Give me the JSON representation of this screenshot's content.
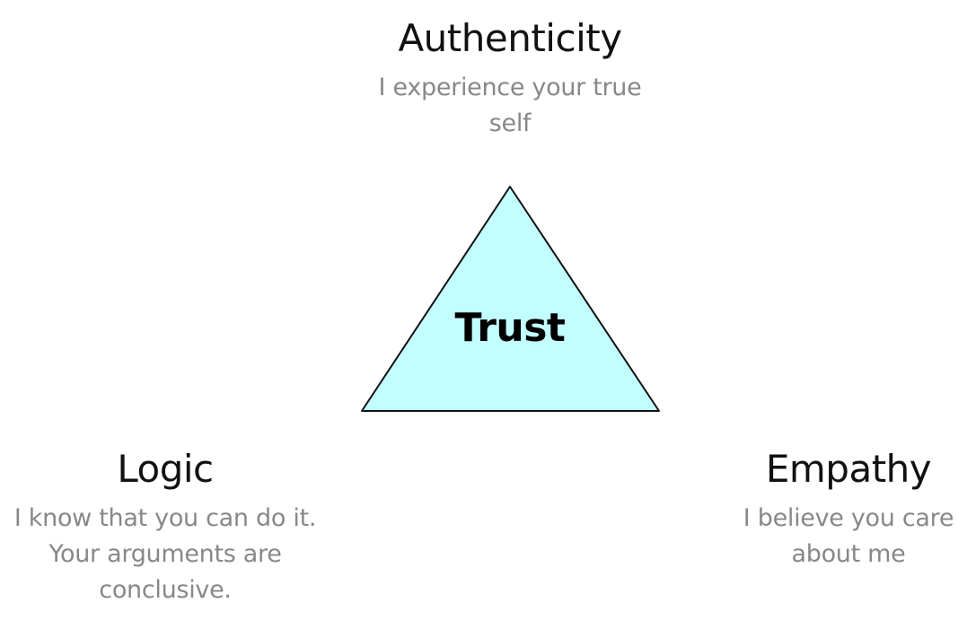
{
  "diagram": {
    "center": {
      "label": "Trust"
    },
    "fill_color": "#c2feff",
    "stroke_color": "#111111",
    "nodes": {
      "top": {
        "title": "Authenticity",
        "description": "I experience your true self"
      },
      "left": {
        "title": "Logic",
        "description": "I know that you can do it. Your arguments are conclusive."
      },
      "right": {
        "title": "Empathy",
        "description": "I believe you care about me"
      }
    }
  }
}
